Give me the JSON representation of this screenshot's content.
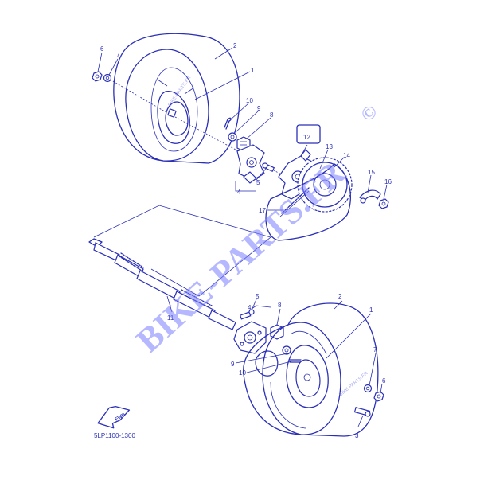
{
  "diagram_code": "5LP1100-1300",
  "fwd_label": "FWD",
  "watermarks": {
    "main": "BIKE-PARTS.FR",
    "small": "BIKE-PARTS.FR",
    "copyright": "©"
  },
  "callouts": [
    "1",
    "2",
    "3",
    "4",
    "5",
    "6",
    "7",
    "8",
    "9",
    "10",
    "11",
    "12",
    "13",
    "14",
    "15",
    "16",
    "17"
  ],
  "highlighted_callout": "12",
  "colors": {
    "ink": "#2a2fb8",
    "watermark": "#787dff",
    "background": "#ffffff"
  }
}
